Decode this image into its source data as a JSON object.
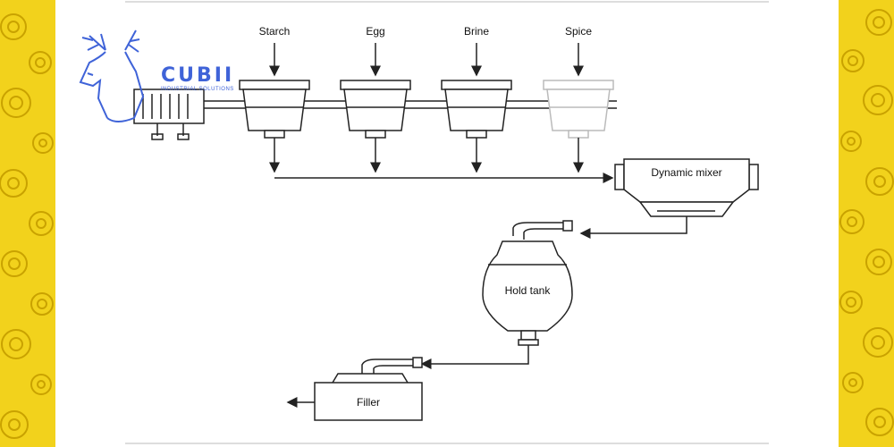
{
  "logo": {
    "name": "CUBII",
    "tagline": "INDUSTRIAL SOLUTIONS",
    "color": "#3f63d8"
  },
  "ingredients": [
    "Starch",
    "Egg",
    "Brine",
    "Spice"
  ],
  "equipment": {
    "mixer": "Dynamic mixer",
    "tank": "Hold tank",
    "filler": "Filler"
  },
  "colors": {
    "border": "#f2d21c",
    "gear": "#e0b800",
    "line": "#222222"
  }
}
